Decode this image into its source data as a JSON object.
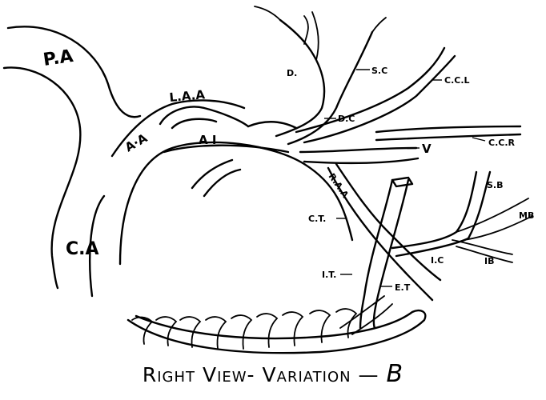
{
  "labels": {
    "pa": "P.A",
    "aa": "A·A",
    "laa": "L.A.A",
    "ai": "A I",
    "ca": "C.A",
    "d": "D.",
    "sc": "S.C",
    "dc": "D.C",
    "ccl": "C.C.L",
    "ccr": "C.C.R",
    "v": "V",
    "raa": "R.A.A",
    "ct": "C.T.",
    "it": "I.T.",
    "et": "E.T",
    "ic": "I.C",
    "sb": "S.B",
    "mb": "MB",
    "ib": "IB"
  },
  "caption": {
    "text": "Right View- Variation —",
    "variant": "B"
  }
}
